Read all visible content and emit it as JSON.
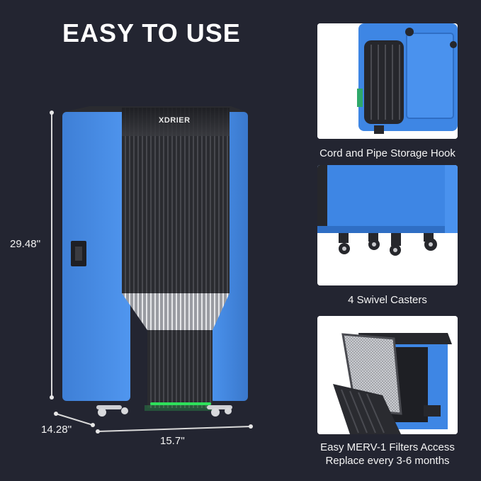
{
  "headline": "EASY TO USE",
  "product": {
    "brand": "XDRIER",
    "height_label": "29.48''",
    "depth_label": "14.28''",
    "width_label": "15.7''"
  },
  "features": [
    {
      "caption": "Cord and Pipe Storage Hook"
    },
    {
      "caption": "4 Swivel Casters"
    },
    {
      "caption_line1": "Easy MERV-1 Filters Access",
      "caption_line2": "Replace every 3-6 months"
    }
  ],
  "colors": {
    "background": "#232531",
    "housing_blue": "#3f86e6",
    "grille_dark": "#2b2c30",
    "led_green": "#2ee05a"
  }
}
